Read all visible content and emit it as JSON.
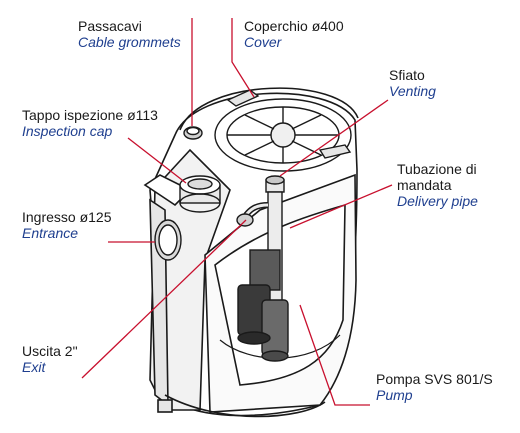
{
  "labels": {
    "passacavi": {
      "it": "Passacavi",
      "en": "Cable grommets"
    },
    "coperchio": {
      "it": "Coperchio ø400",
      "en": "Cover"
    },
    "sfiato": {
      "it": "Sfiato",
      "en": "Venting"
    },
    "tappo": {
      "it": "Tappo ispezione ø113",
      "en": "Inspection cap"
    },
    "tubazione": {
      "it_line1": "Tubazione di",
      "it_line2": "mandata",
      "en": "Delivery pipe"
    },
    "ingresso": {
      "it": "Ingresso ø125",
      "en": "Entrance"
    },
    "uscita": {
      "it": "Uscita 2\"",
      "en": "Exit"
    },
    "pompa": {
      "it": "Pompa SVS 801/S",
      "en": "Pump"
    }
  },
  "colors": {
    "leader": "#c8102e",
    "outline": "#1a1a1a",
    "english": "#1f3f8f"
  }
}
